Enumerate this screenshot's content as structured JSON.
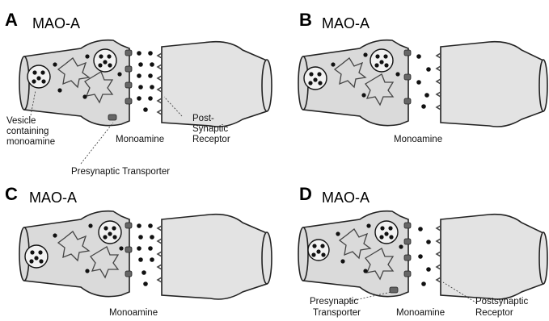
{
  "panels": [
    {
      "id": "A",
      "title": "MAO-A",
      "labels": {
        "vesicle": [
          "Vesicle",
          "containing",
          "monoamine"
        ],
        "monoamine": "Monoamine",
        "receptor": [
          "Post-",
          "Synaptic",
          "Receptor"
        ],
        "transporter": "Presynaptic Transporter"
      }
    },
    {
      "id": "B",
      "title": "MAO-A",
      "labels": {
        "monoamine": "Monoamine"
      }
    },
    {
      "id": "C",
      "title": "MAO-A",
      "labels": {
        "monoamine": "Monoamine"
      }
    },
    {
      "id": "D",
      "title": "MAO-A",
      "labels": {
        "transporter": [
          "Presynaptic",
          "Transporter"
        ],
        "monoamine": "Monoamine",
        "receptor": [
          "Postsynaptic",
          "Receptor"
        ]
      }
    }
  ]
}
